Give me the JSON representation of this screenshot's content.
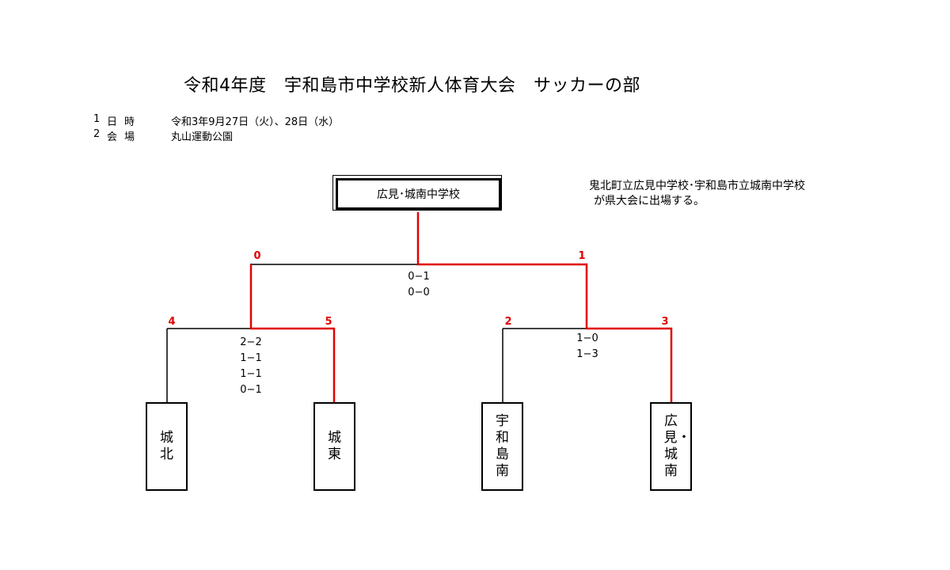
{
  "title": "令和4年度　宇和島市中学校新人体育大会　サッカーの部",
  "info": [
    {
      "num": "1",
      "label": "日時",
      "value": "令和3年9月27日（火）、28日（水）"
    },
    {
      "num": "2",
      "label": "会場",
      "value": "丸山運動公園"
    }
  ],
  "winner": "広見･城南中学校",
  "note": {
    "line1": "鬼北町立広見中学校･宇和島市立城南中学校",
    "line2": "が県大会に出場する。"
  },
  "bracket": {
    "final": {
      "left_seed": "0",
      "right_seed": "1",
      "scores": [
        "0−1",
        "0−0"
      ]
    },
    "semi_left": {
      "left_seed": "4",
      "right_seed": "5",
      "scores": [
        "2−2",
        "1−1",
        "1−1",
        "0−1"
      ]
    },
    "semi_right": {
      "left_seed": "2",
      "right_seed": "3",
      "scores": [
        "1−0",
        "1−3"
      ]
    }
  },
  "teams": [
    {
      "name": "城北"
    },
    {
      "name": "城東"
    },
    {
      "name": "宇和島南"
    },
    {
      "name": "広見・城南"
    }
  ],
  "colors": {
    "win_line": "#e00000",
    "line": "#000000"
  }
}
